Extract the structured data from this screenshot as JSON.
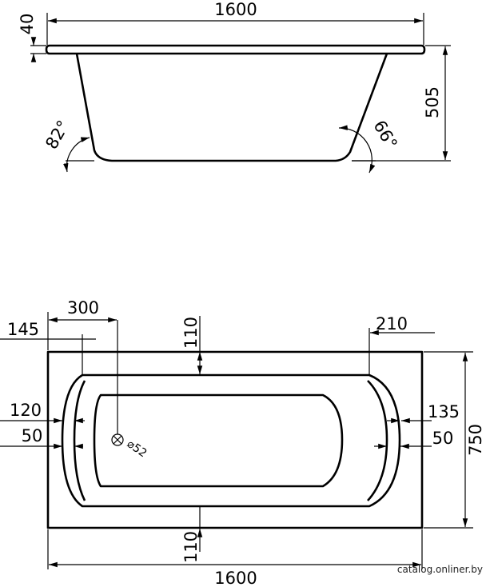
{
  "side_view": {
    "length": "1600",
    "rim_thickness": "40",
    "depth": "505",
    "angle_left": "82°",
    "angle_right": "66°"
  },
  "top_view": {
    "drain_offset": "300",
    "left_inset": "145",
    "top_margin": "110",
    "right_inset": "210",
    "left_wall": "120",
    "left_rim": "50",
    "right_wall": "135",
    "right_rim": "50",
    "drain_diameter": "⌀52",
    "width": "750",
    "bottom_margin": "110",
    "length": "1600"
  },
  "watermark": "catalog.onliner.by"
}
